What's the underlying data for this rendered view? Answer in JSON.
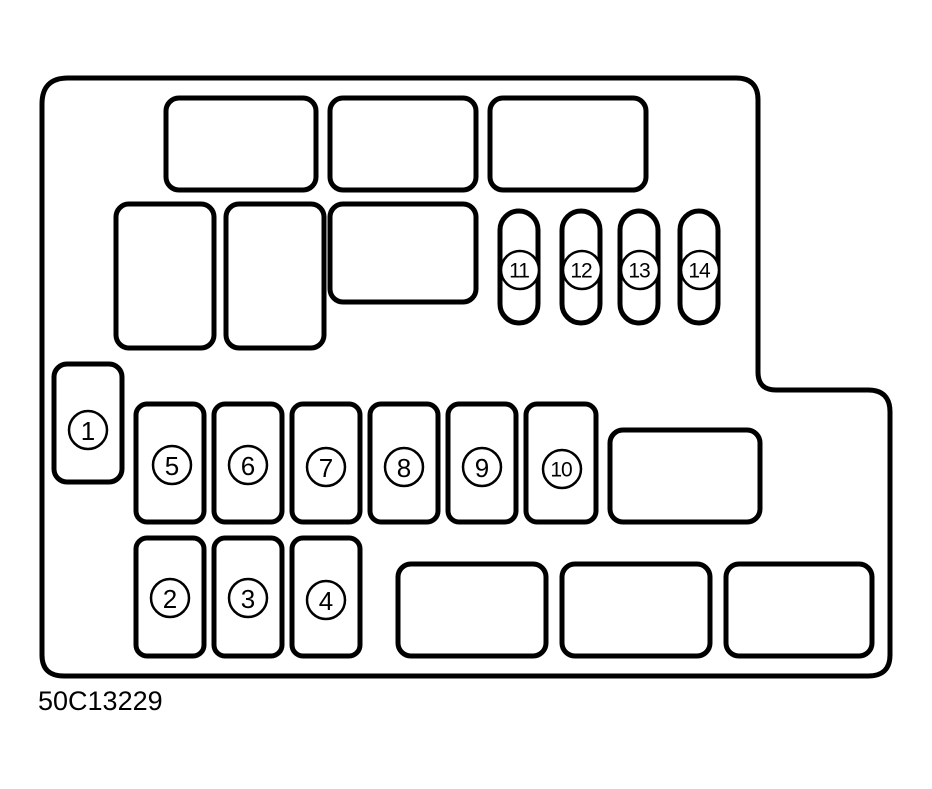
{
  "diagram": {
    "caption": "50C13229",
    "fuse_labels": [
      "1",
      "2",
      "3",
      "4",
      "5",
      "6",
      "7",
      "8",
      "9",
      "10",
      "11",
      "12",
      "13",
      "14"
    ],
    "colors": {
      "line": "#000000",
      "background": "#ffffff"
    }
  }
}
